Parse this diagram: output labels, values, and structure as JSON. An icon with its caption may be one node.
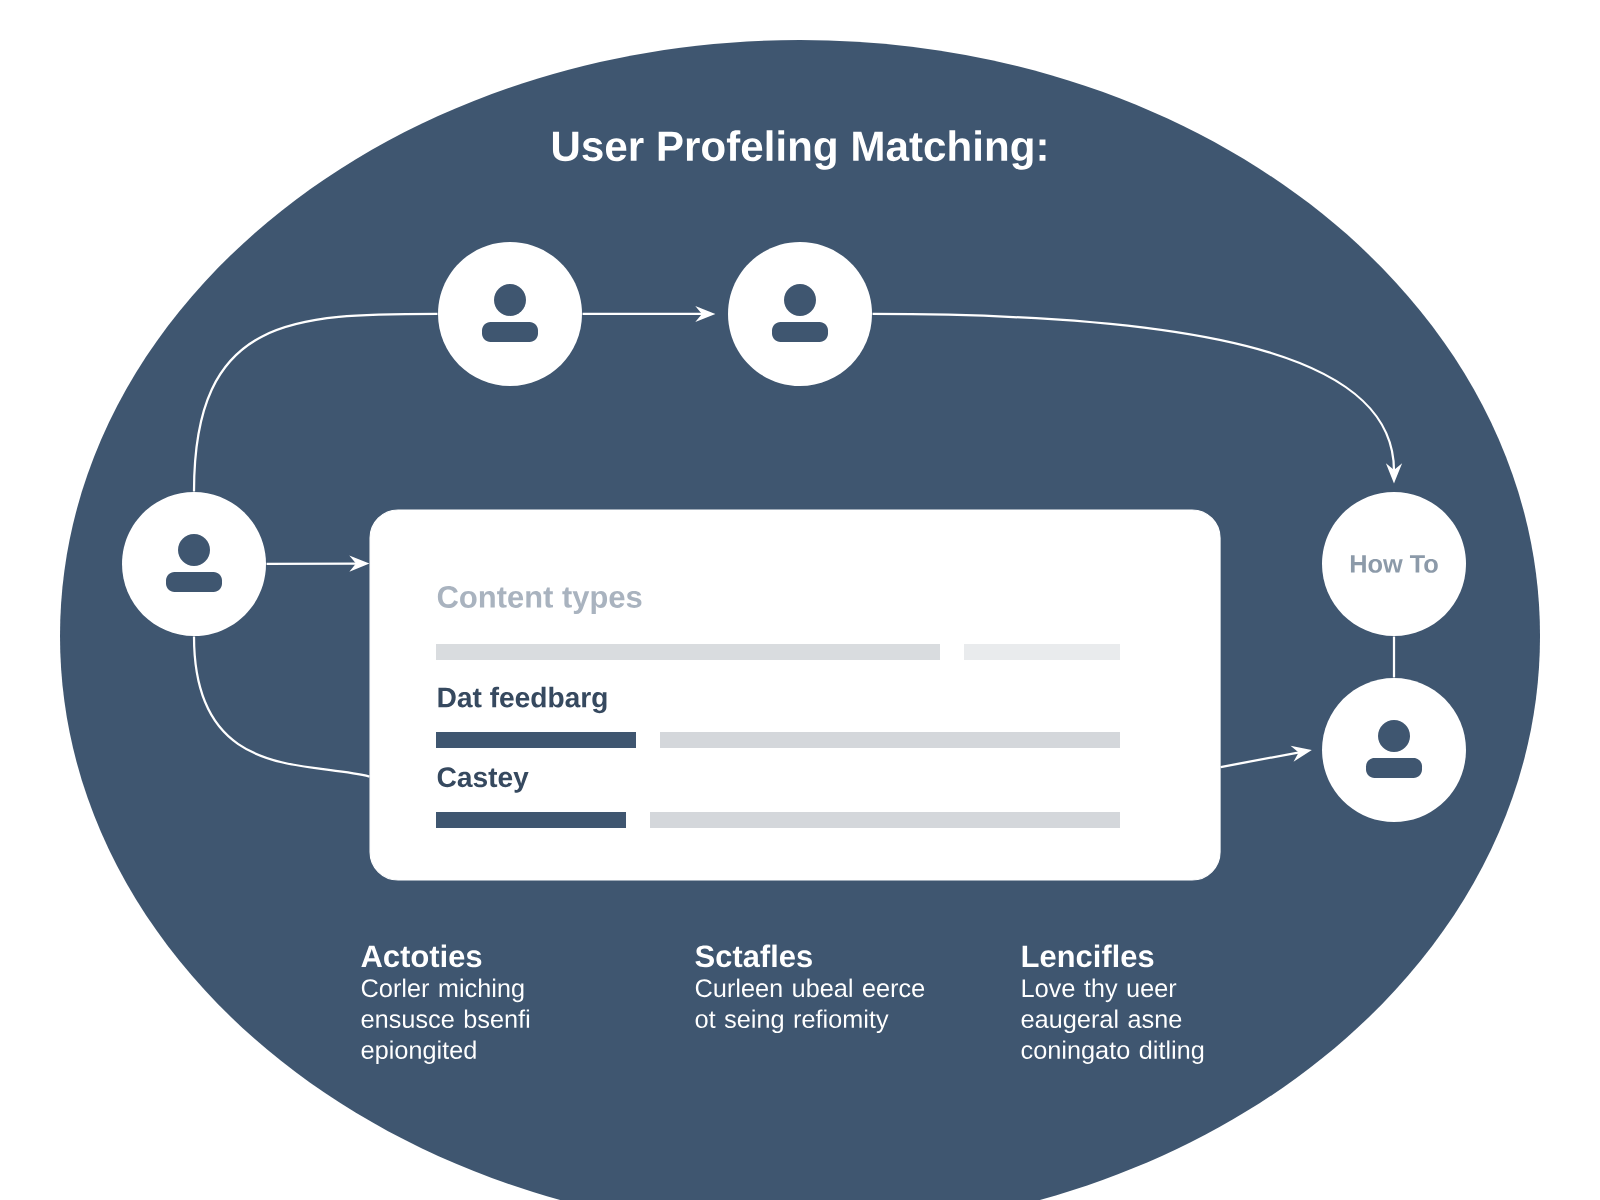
{
  "diagram": {
    "title": "User Profeling Matching:",
    "nodes": [
      {
        "text": [],
        "shape": "circle"
      },
      {
        "text": [],
        "shape": "circle"
      },
      {
        "text": [],
        "shape": "circle"
      },
      {
        "text": [
          "How To"
        ]
      },
      {
        "text": [],
        "shape": "circle"
      },
      {
        "text": [
          "Content types",
          "Dat feedbarg",
          "Castey"
        ]
      }
    ],
    "edges": [
      {
        "from": 0,
        "to": 1,
        "arrow": "to"
      },
      {
        "from": 1,
        "to": 3,
        "arrow": "to"
      },
      {
        "from": 3,
        "to": 4,
        "arrow": "none"
      },
      {
        "from": 2,
        "to": 0,
        "arrow": "none"
      },
      {
        "from": 2,
        "to": 5,
        "arrow": "to"
      },
      {
        "from": 2,
        "to": 5,
        "arrow": "none"
      },
      {
        "from": 5,
        "to": 4,
        "arrow": "to"
      }
    ],
    "labels": [
      "Actoties",
      "Corler miching ensusce bsenfi epiongited",
      "Sctafles",
      "Curleen ubeal eerce ot seing refiomity",
      "Lencifles",
      "Love thy ueer eaugeral asne coningato ditling"
    ]
  }
}
